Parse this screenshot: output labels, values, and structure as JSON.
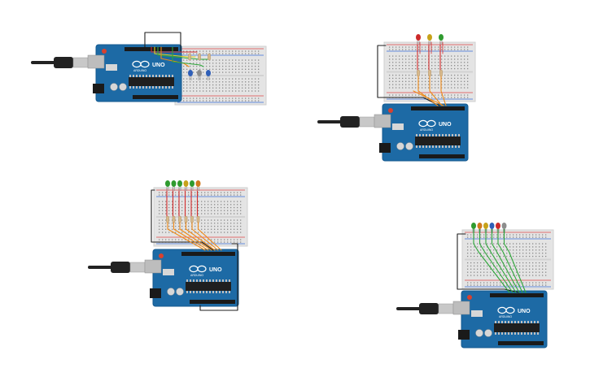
{
  "board_labels": {
    "uno": "UNO",
    "arduino": "ARDUINO"
  },
  "colors": {
    "board": "#1d6aa5",
    "board_dark": "#155a8f",
    "breadboard": "#e4e4e4",
    "breadboard_edge": "#cfcfcf",
    "rail_red": "#e04747",
    "rail_blue": "#3b6fd8",
    "hole": "#8a8a8a",
    "usb_metal": "#c8c8c8",
    "cable": "#222222",
    "wire_black": "#1e1e1e",
    "wire_red": "#d62e2e",
    "wire_orange": "#ef8a17",
    "wire_green": "#2fa63a",
    "wire_yellow": "#e5d21a",
    "resistor": "#d8b98b",
    "led_red": "#cc2a2a",
    "led_yellow": "#c7a21a",
    "led_green": "#2f9b2f",
    "led_blue": "#2f5fb8",
    "led_gray": "#8d8d8d",
    "led_orange": "#d07a1e"
  },
  "circuits": [
    {
      "name": "circuit-1",
      "leds": [
        "led_blue",
        "led_gray",
        "led_blue"
      ]
    },
    {
      "name": "circuit-2",
      "leds": [
        "led_red",
        "led_yellow",
        "led_green"
      ]
    },
    {
      "name": "circuit-3",
      "leds": [
        "led_green",
        "led_green",
        "led_green",
        "led_yellow",
        "led_green",
        "led_orange"
      ]
    },
    {
      "name": "circuit-4",
      "leds": [
        "led_green",
        "led_orange",
        "led_yellow",
        "led_blue",
        "led_red",
        "led_gray"
      ]
    }
  ]
}
